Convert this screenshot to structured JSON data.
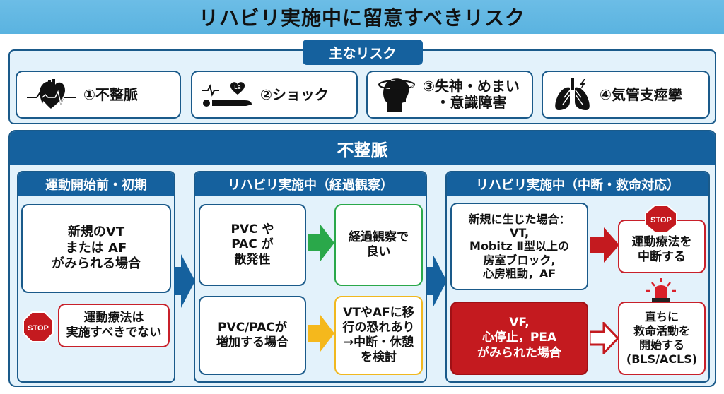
{
  "title": "リハビリ実施中に留意すべきリスク",
  "main_risks": {
    "label": "主なリスク",
    "items": [
      {
        "icon": "heart-ecg-icon",
        "label": "①不整脈"
      },
      {
        "icon": "shock-patient-icon",
        "label": "②ショック"
      },
      {
        "icon": "dizzy-head-icon",
        "label": "③失神・めまい\n・意識障害"
      },
      {
        "icon": "lungs-icon",
        "label": "④気管支痙攣"
      }
    ]
  },
  "arrhythmia": {
    "title": "不整脈",
    "phases": [
      {
        "title": "運動開始前・初期",
        "condition": "新規のVT\nまたは AF\nがみられる場合",
        "stop_sign": "STOP",
        "action": "運動療法は\n実施すべきでない"
      },
      {
        "title": "リハビリ実施中（経過観察）",
        "rows": [
          {
            "condition": "PVC や\nPAC が\n散発性",
            "result": "経過観察で\n良い",
            "arrow_color": "#2aa84a"
          },
          {
            "condition": "PVC/PACが\n増加する場合",
            "result": "VTやAFに移\n行の恐れあり\n→中断・休憩\nを検討",
            "arrow_color": "#f5b81c"
          }
        ]
      },
      {
        "title": "リハビリ実施中（中断・救命対応）",
        "rows": [
          {
            "condition": "新規に生じた場合：\nVT,\nMobitz Ⅱ型以上の\n房室ブロック,\n心房粗動，AF",
            "stop_sign": "STOP",
            "result": "運動療法を\n中断する"
          },
          {
            "condition": "VF,\n心停止，PEA\nがみられた場合",
            "result": "直ちに\n救命活動を\n開始する\n(BLS/ACLS)"
          }
        ]
      }
    ]
  },
  "colors": {
    "primary": "#15619e",
    "title_bg": "#5ab3e0",
    "green": "#2aa84a",
    "yellow": "#f5b81c",
    "red": "#c41a1f"
  }
}
